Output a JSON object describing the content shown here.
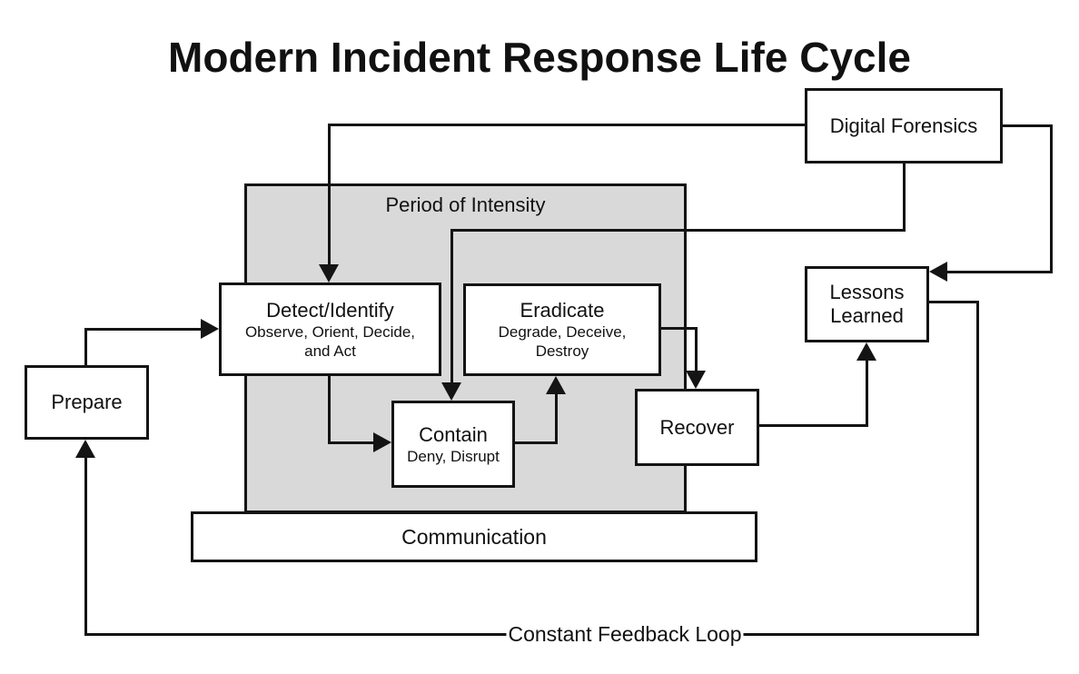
{
  "title": "Modern Incident Response Life Cycle",
  "diagram": {
    "region_label": "Period of Intensity",
    "communication_label": "Communication",
    "feedback_label": "Constant Feedback Loop",
    "nodes": {
      "prepare": {
        "label": "Prepare"
      },
      "detect": {
        "label": "Detect/Identify",
        "sub": "Observe, Orient, Decide, and Act"
      },
      "contain": {
        "label": "Contain",
        "sub": "Deny, Disrupt"
      },
      "eradicate": {
        "label": "Eradicate",
        "sub": "Degrade, Deceive, Destroy"
      },
      "recover": {
        "label": "Recover"
      },
      "lessons": {
        "label": "Lessons Learned"
      },
      "forensics": {
        "label": "Digital Forensics"
      }
    },
    "colors": {
      "line": "#141414",
      "region_fill": "#d9d9d9",
      "box_fill": "#ffffff",
      "background": "#ffffff",
      "text": "#111111"
    }
  }
}
